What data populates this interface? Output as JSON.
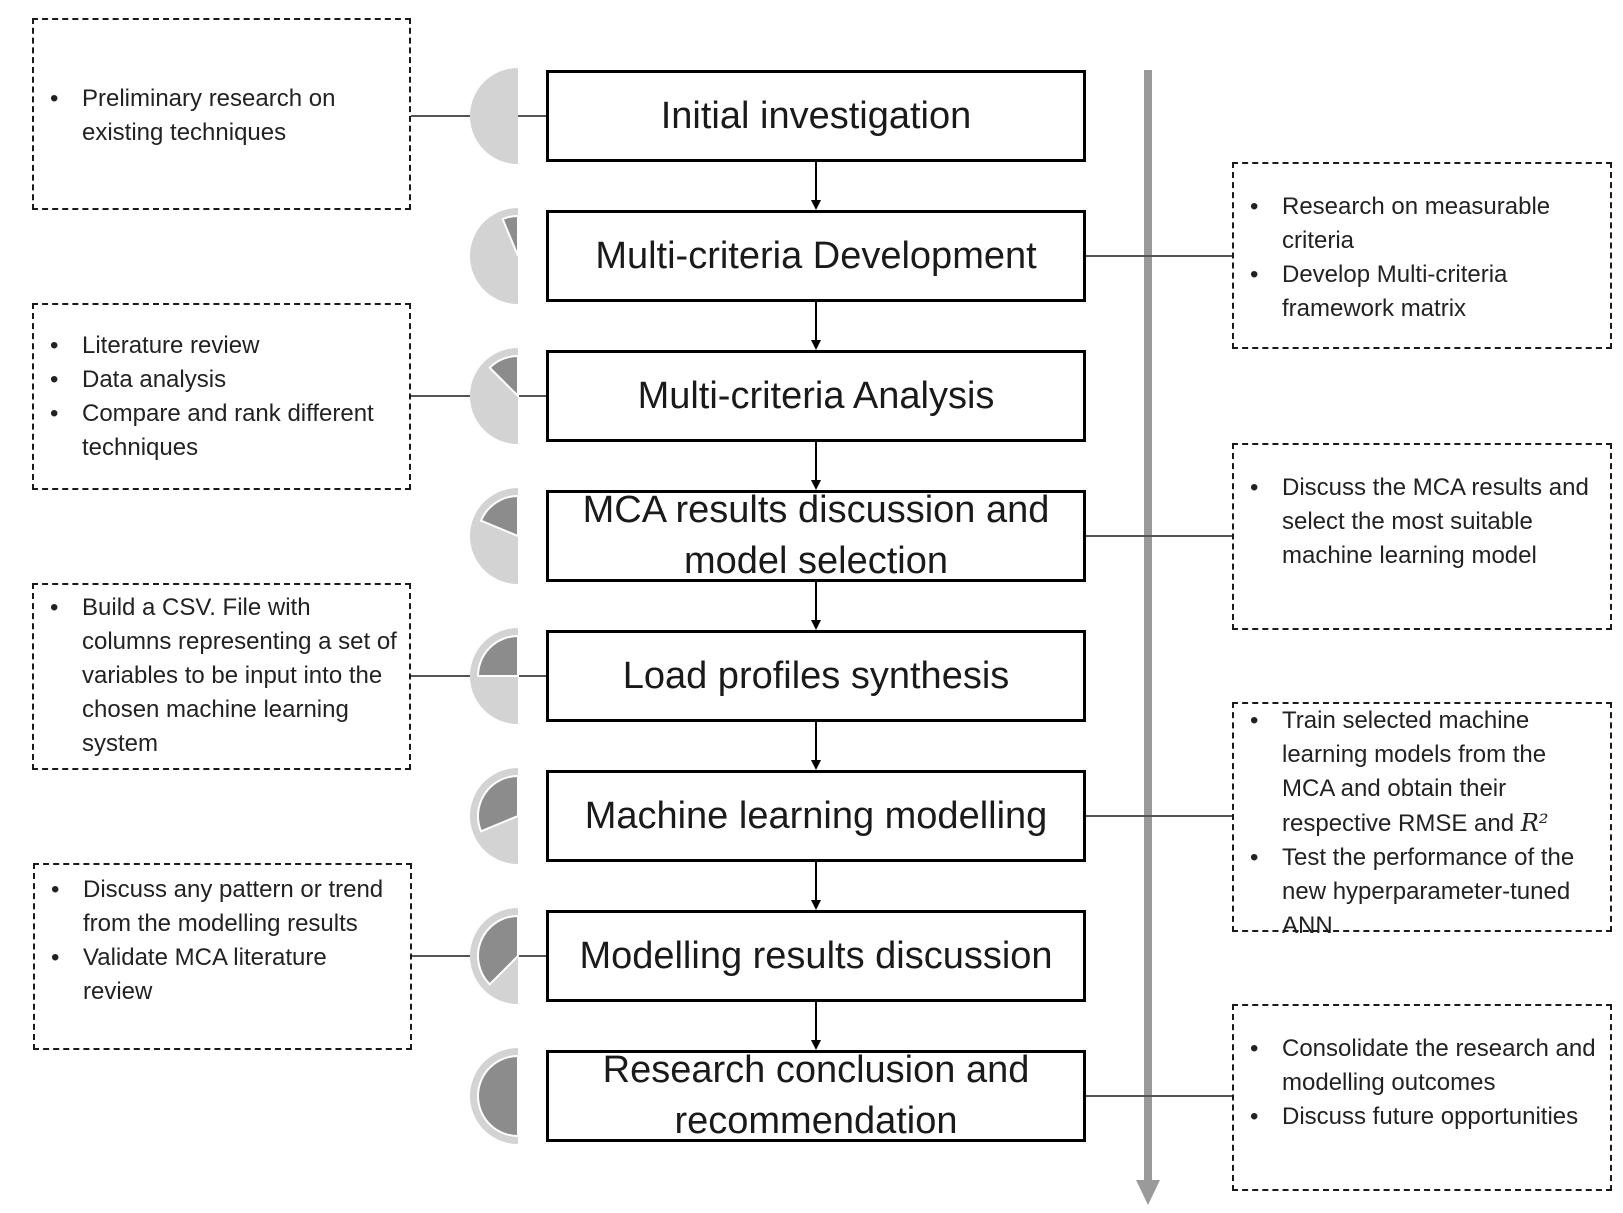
{
  "steps": [
    {
      "title": "Initial investigation",
      "progress": 0
    },
    {
      "title": "Multi-criteria Development",
      "progress": 0.0625
    },
    {
      "title": "Multi-criteria Analysis",
      "progress": 0.125
    },
    {
      "title": "MCA results discussion and model selection",
      "progress": 0.1875
    },
    {
      "title": "Load profiles synthesis",
      "progress": 0.25
    },
    {
      "title": "Machine learning modelling",
      "progress": 0.3125
    },
    {
      "title": "Modelling results discussion",
      "progress": 0.375
    },
    {
      "title": "Research conclusion and recommendation",
      "progress": 0.5
    }
  ],
  "notes": {
    "initial_investigation": [
      "Preliminary research on existing techniques"
    ],
    "multi_criteria_development": [
      "Research on measurable criteria",
      "Develop Multi-criteria framework matrix"
    ],
    "multi_criteria_analysis": [
      "Literature review",
      "Data analysis",
      "Compare and rank different techniques"
    ],
    "mca_results_discussion": [
      "Discuss the MCA results and select the most suitable machine learning model"
    ],
    "load_profiles_synthesis": [
      "Build a CSV. File with columns representing a set of variables to be input into the chosen machine learning system"
    ],
    "machine_learning_modelling": {
      "item1_text": "Train selected machine learning models from the MCA and obtain their respective RMSE and ",
      "item1_symbol": "R²",
      "item2": "Test the performance of the new hyperparameter-tuned ANN"
    },
    "modelling_results_discussion": [
      "Discuss any pattern or trend from the modelling results",
      "Validate MCA literature review"
    ],
    "research_conclusion": [
      "Consolidate the research and modelling outcomes",
      "Discuss future opportunities"
    ]
  },
  "colors": {
    "box_border": "#000000",
    "indicator_outer": "#d3d3d3",
    "indicator_fill": "#8c8c8c",
    "timeline_arrow": "#9a9a9a",
    "connector": "#555555"
  }
}
